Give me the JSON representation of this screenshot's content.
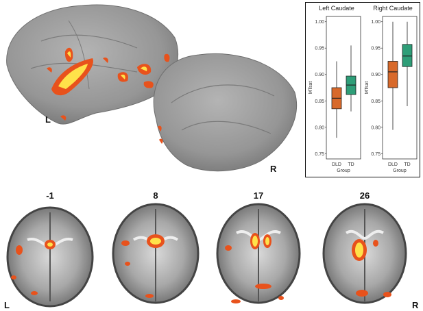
{
  "surface": {
    "left_hemisphere_label": "L",
    "right_hemisphere_label": "R"
  },
  "slices": {
    "labels": [
      "-1",
      "8",
      "17",
      "26"
    ],
    "left_side_label": "L",
    "right_side_label": "R"
  },
  "colors": {
    "cortex": "#9a9a9a",
    "activation_outer": "#e8521c",
    "activation_inner": "#ffe24a",
    "dld": "#d8692a",
    "td": "#2e9e78"
  },
  "chart_data": [
    {
      "type": "box",
      "title": "Left Caudate",
      "xlabel": "Group",
      "ylabel": "MTsat",
      "categories": [
        "DLD",
        "TD"
      ],
      "ylim": [
        0.74,
        1.01
      ],
      "yticks": [
        0.75,
        0.8,
        0.85,
        0.9,
        0.95,
        1.0
      ],
      "boxes": [
        {
          "name": "DLD",
          "min": 0.78,
          "q1": 0.835,
          "median": 0.855,
          "q3": 0.875,
          "max": 0.925
        },
        {
          "name": "TD",
          "min": 0.83,
          "q1": 0.862,
          "median": 0.88,
          "q3": 0.897,
          "max": 0.955
        }
      ]
    },
    {
      "type": "box",
      "title": "Right Caudate",
      "xlabel": "Group",
      "ylabel": "MTsat",
      "categories": [
        "DLD",
        "TD"
      ],
      "ylim": [
        0.74,
        1.01
      ],
      "yticks": [
        0.75,
        0.8,
        0.85,
        0.9,
        0.95,
        1.0
      ],
      "boxes": [
        {
          "name": "DLD",
          "min": 0.795,
          "q1": 0.875,
          "median": 0.905,
          "q3": 0.925,
          "max": 1.0
        },
        {
          "name": "TD",
          "min": 0.84,
          "q1": 0.915,
          "median": 0.935,
          "q3": 0.957,
          "max": 1.0
        }
      ]
    }
  ]
}
